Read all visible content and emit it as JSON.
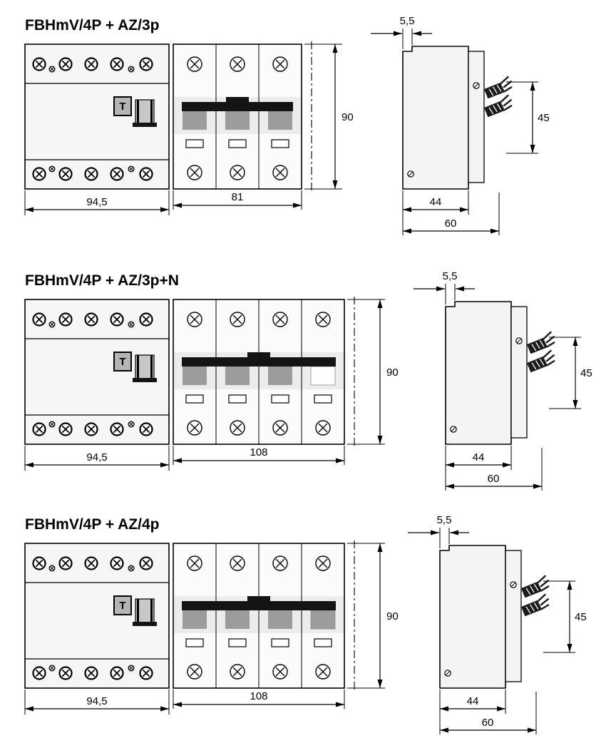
{
  "figure": {
    "palette": {
      "ink": "#000000",
      "body_fill": "#f5f5f5",
      "toggle_black": "#141414",
      "toggle_gray": "#9c9c9c"
    },
    "sections": [
      {
        "title": "FBHmV/4P + AZ/3p",
        "mcb_poles": 3,
        "neutral_pole": false,
        "test_button_label": "T",
        "dimensions": {
          "rcd_width_mm": "94,5",
          "breaker_width_mm": "81",
          "height_mm": "90",
          "top_offset_mm": "5,5",
          "terminal_height_mm": "45",
          "body_depth_mm": "44",
          "total_depth_mm": "60"
        }
      },
      {
        "title": "FBHmV/4P + AZ/3p+N",
        "mcb_poles": 4,
        "neutral_pole": true,
        "test_button_label": "T",
        "dimensions": {
          "rcd_width_mm": "94,5",
          "breaker_width_mm": "108",
          "height_mm": "90",
          "top_offset_mm": "5,5",
          "terminal_height_mm": "45",
          "body_depth_mm": "44",
          "total_depth_mm": "60"
        }
      },
      {
        "title": "FBHmV/4P + AZ/4p",
        "mcb_poles": 4,
        "neutral_pole": false,
        "test_button_label": "T",
        "dimensions": {
          "rcd_width_mm": "94,5",
          "breaker_width_mm": "108",
          "height_mm": "90",
          "top_offset_mm": "5,5",
          "terminal_height_mm": "45",
          "body_depth_mm": "44",
          "total_depth_mm": "60"
        }
      }
    ]
  }
}
